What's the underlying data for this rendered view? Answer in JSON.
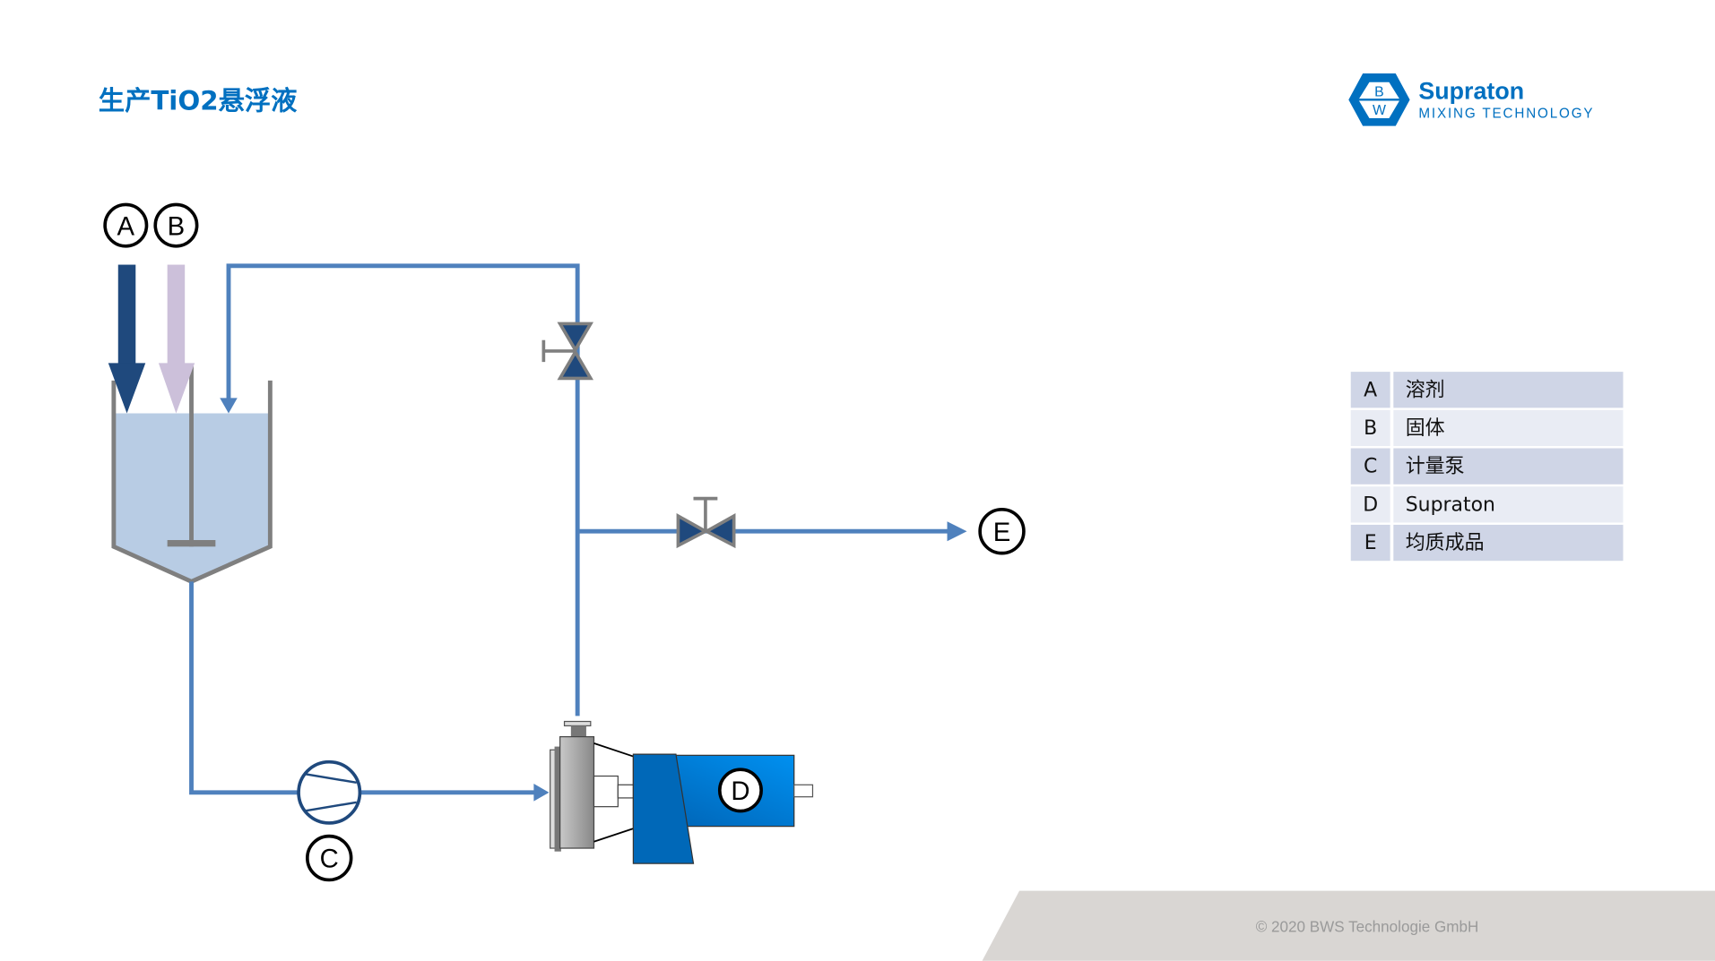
{
  "title": "生产TiO2悬浮液",
  "logo": {
    "brand": "Supraton",
    "tagline": "MIXING TECHNOLOGY",
    "mark_letters": [
      "B",
      "W"
    ],
    "color": "#0070c0"
  },
  "labels": {
    "a": "A",
    "b": "B",
    "c": "C",
    "d": "D",
    "e": "E"
  },
  "legend": [
    {
      "key": "A",
      "value": "溶剂"
    },
    {
      "key": "B",
      "value": "固体"
    },
    {
      "key": "C",
      "value": "计量泵"
    },
    {
      "key": "D",
      "value": "Supraton"
    },
    {
      "key": "E",
      "value": "均质成品"
    }
  ],
  "footer": "© 2020 BWS Technologie GmbH",
  "colors": {
    "pipe": "#4f81bd",
    "solvent": "#1f497d",
    "solid": "#ccc0da",
    "liquid": "#b8cce4",
    "motor": "#0070c0"
  }
}
